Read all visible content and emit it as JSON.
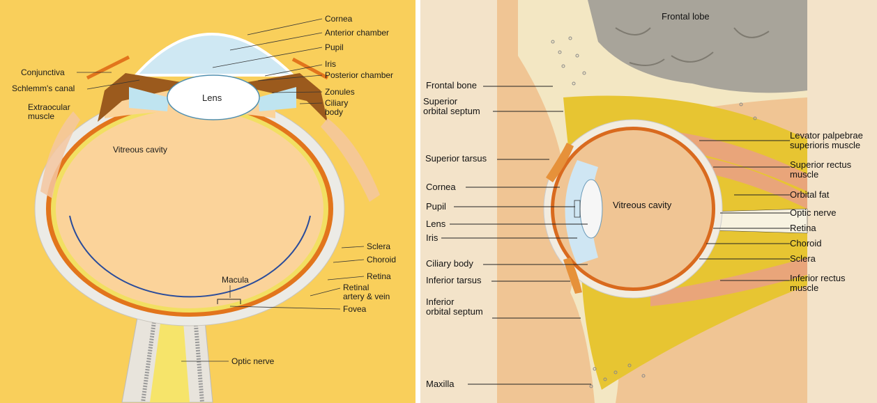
{
  "left": {
    "labels": {
      "cornea": "Cornea",
      "anterior_chamber": "Anterior chamber",
      "pupil": "Pupil",
      "iris": "Iris",
      "posterior_chamber": "Posterior chamber",
      "zonules": "Zonules",
      "ciliary_body": "Ciliary\nbody",
      "conjunctiva": "Conjunctiva",
      "schlemms_canal": "Schlemm's canal",
      "extraocular_muscle": "Extraocular\nmuscle",
      "lens": "Lens",
      "vitreous_cavity": "Vitreous cavity",
      "sclera": "Sclera",
      "choroid": "Choroid",
      "retina": "Retina",
      "retinal_artery_vein": "Retinal\nartery & vein",
      "macula": "Macula",
      "fovea": "Fovea",
      "optic_nerve": "Optic nerve"
    }
  },
  "right": {
    "labels": {
      "frontal_lobe": "Frontal lobe",
      "frontal_bone": "Frontal bone",
      "superior_orbital_septum": "Superior\norbital septum",
      "superior_tarsus": "Superior tarsus",
      "cornea": "Cornea",
      "pupil": "Pupil",
      "lens": "Lens",
      "iris": "Iris",
      "ciliary_body": "Ciliary body",
      "inferior_tarsus": "Inferior tarsus",
      "inferior_orbital_septum": "Inferior\norbital septum",
      "maxilla": "Maxilla",
      "vitreous_cavity": "Vitreous cavity",
      "levator": "Levator palpebrae\nsuperioris muscle",
      "superior_rectus": "Superior rectus\nmuscle",
      "orbital_fat": "Orbital fat",
      "optic_nerve": "Optic nerve",
      "retina": "Retina",
      "choroid": "Choroid",
      "sclera": "Sclera",
      "inferior_rectus": "Inferior rectus\nmuscle"
    }
  }
}
